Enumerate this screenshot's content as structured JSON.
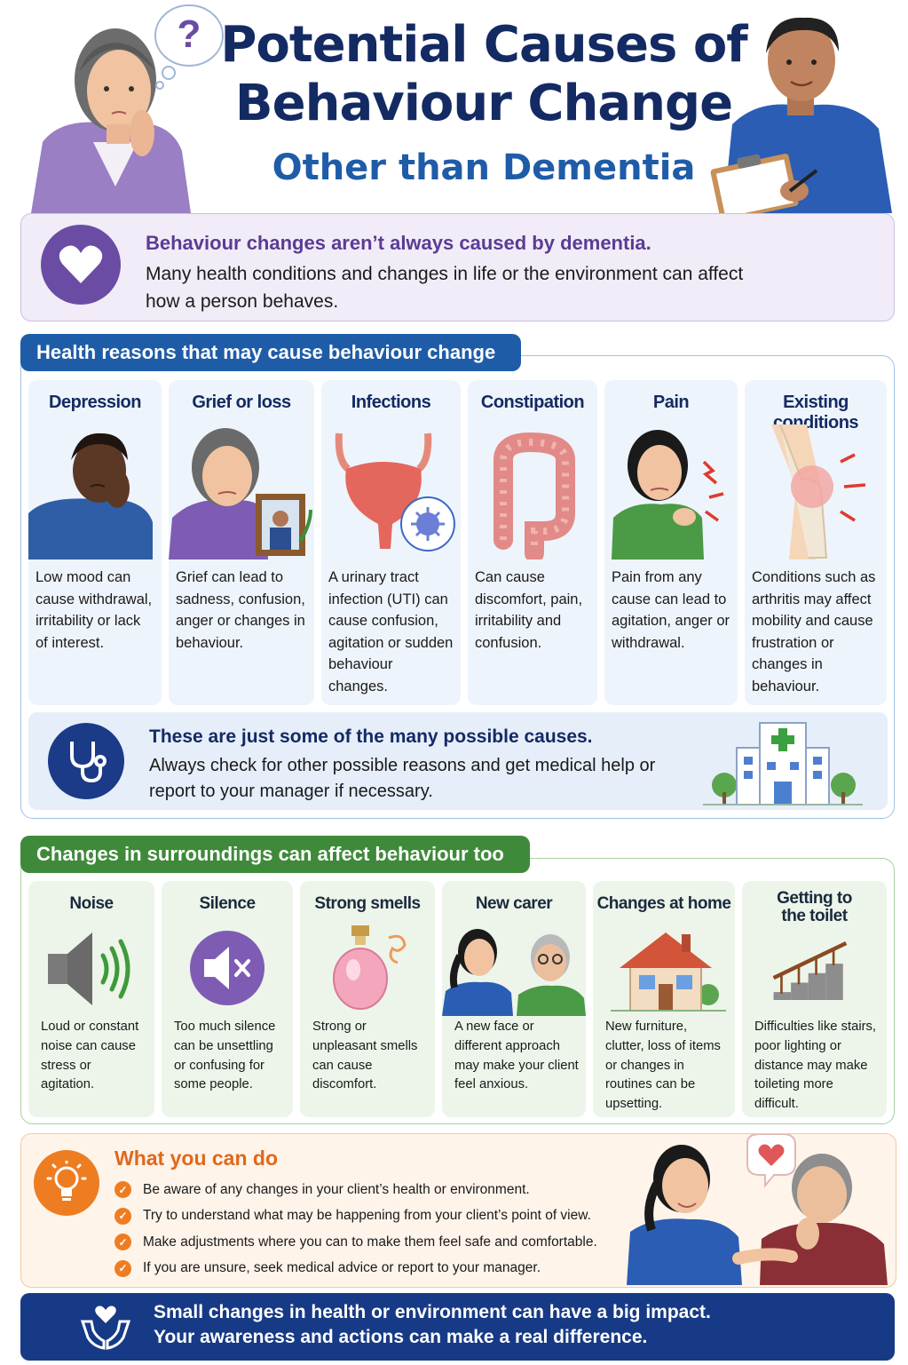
{
  "header": {
    "title_line1": "Potential Causes of",
    "title_line2": "Behaviour Change",
    "subtitle": "Other than Dementia",
    "thought_mark": "?"
  },
  "intro": {
    "heading": "Behaviour changes aren’t always caused by dementia.",
    "body": "Many health conditions and changes in life or the environment can affect how a person behaves.",
    "icon": "heart-icon"
  },
  "health": {
    "banner": "Health reasons that may cause behaviour change",
    "cards": [
      {
        "title": "Depression",
        "body": "Low mood can cause withdrawal, irritability or lack of interest.",
        "icon": "sad-man-icon"
      },
      {
        "title": "Grief or loss",
        "body": "Grief can lead to sadness, confusion, anger or changes in behaviour.",
        "icon": "grieving-woman-icon"
      },
      {
        "title": "Infections",
        "body": "A urinary tract infection (UTI) can cause confusion, agitation or sudden behaviour changes.",
        "icon": "bladder-virus-icon"
      },
      {
        "title": "Constipation",
        "body": "Can cause discomfort, pain, irritability and confusion.",
        "icon": "intestine-icon"
      },
      {
        "title": "Pain",
        "body": "Pain from any cause can lead to agitation, anger or withdrawal.",
        "icon": "shoulder-pain-icon"
      },
      {
        "title": "Existing conditions",
        "body": "Conditions such as arthritis may affect mobility and cause frustration or changes in behaviour.",
        "icon": "knee-joint-icon"
      }
    ],
    "note_heading": "These are just some of the many possible causes.",
    "note_body": "Always check for other possible reasons and get medical help or report to your manager if necessary."
  },
  "environment": {
    "banner": "Changes in surroundings can affect behaviour too",
    "cards": [
      {
        "title": "Noise",
        "body": "Loud or constant noise can cause stress or agitation.",
        "icon": "speaker-loud-icon"
      },
      {
        "title": "Silence",
        "body": "Too much silence can be unsettling or confusing for some people.",
        "icon": "speaker-mute-icon"
      },
      {
        "title": "Strong smells",
        "body": "Strong or unpleasant smells can cause discomfort.",
        "icon": "perfume-bottle-icon"
      },
      {
        "title": "New carer",
        "body": "A new face or different approach may make your client feel anxious.",
        "icon": "carer-and-client-icon"
      },
      {
        "title": "Changes at home",
        "body": "New furniture, clutter, loss of items or changes in routines can be upsetting.",
        "icon": "house-icon"
      },
      {
        "title": "Getting to the toilet",
        "body": "Difficulties like stairs, poor lighting or distance may make toileting more difficult.",
        "icon": "stairs-icon"
      }
    ]
  },
  "actions": {
    "heading": "What you can do",
    "items": [
      "Be aware of any changes in your client’s health or environment.",
      "Try to understand what may be happening from your client’s point of view.",
      "Make adjustments where you can to make them feel safe and comfortable.",
      "If you are unsure, seek medical advice or report to your manager."
    ],
    "check": "✓"
  },
  "footer": {
    "line1": "Small changes in health or environment can have a big impact.",
    "line2": "Your awareness and actions can make a real difference."
  },
  "colors": {
    "navy": "#142a63",
    "blue": "#1f5ca8",
    "green": "#3f8a3a",
    "purple": "#6a4ca4",
    "orange": "#ee7d22"
  }
}
